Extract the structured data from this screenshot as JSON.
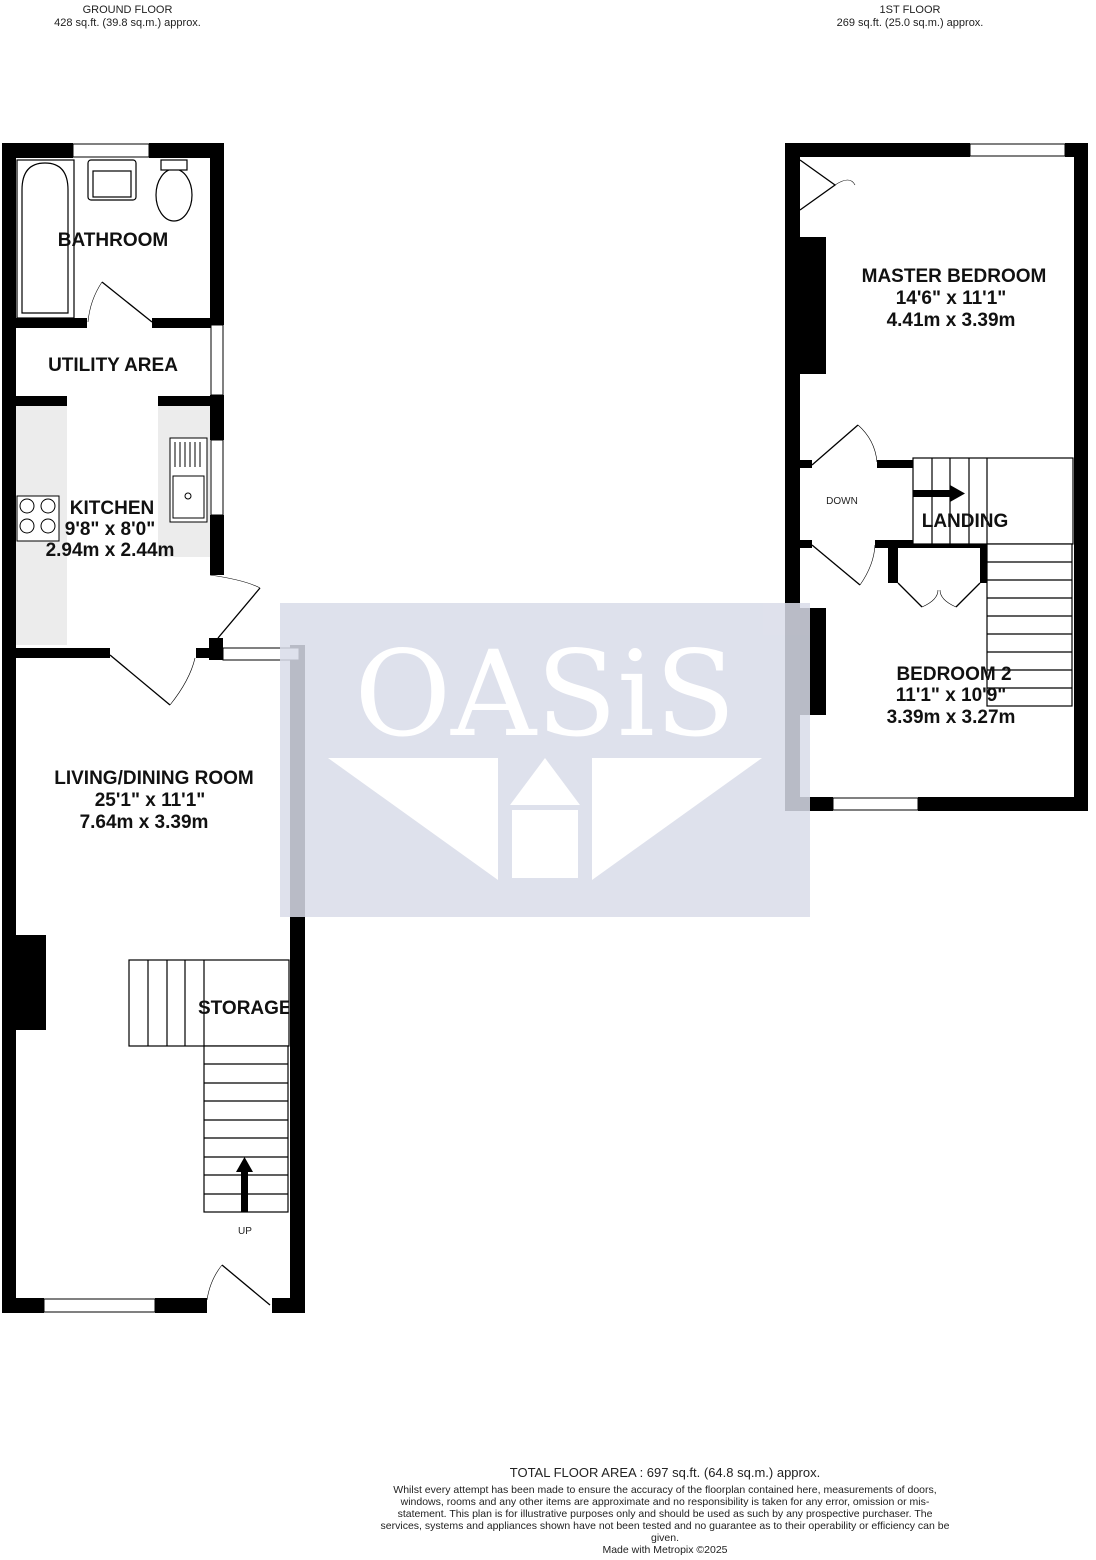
{
  "ground_floor": {
    "title": "GROUND FLOOR",
    "area": "428 sq.ft. (39.8 sq.m.) approx.",
    "rooms": {
      "bathroom": {
        "name": "BATHROOM"
      },
      "utility": {
        "name": "UTILITY AREA"
      },
      "kitchen": {
        "name": "KITCHEN",
        "imperial": "9'8\"  x 8'0\"",
        "metric": "2.94m  x 2.44m"
      },
      "living": {
        "name": "LIVING/DINING ROOM",
        "imperial": "25'1\"  x 11'1\"",
        "metric": "7.64m  x 3.39m"
      },
      "storage": {
        "name": "STORAGE"
      }
    },
    "stairs_label": "UP"
  },
  "first_floor": {
    "title": "1ST FLOOR",
    "area": "269 sq.ft. (25.0 sq.m.) approx.",
    "rooms": {
      "master": {
        "name": "MASTER BEDROOM",
        "imperial": "14'6\"  x 11'1\"",
        "metric": "4.41m  x 3.39m"
      },
      "landing": {
        "name": "LANDING"
      },
      "bedroom2": {
        "name": "BEDROOM 2",
        "imperial": "11'1\"  x 10'9\"",
        "metric": "3.39m  x 3.27m"
      }
    },
    "stairs_label": "DOWN"
  },
  "watermark": {
    "text": "OASiS",
    "color": "#d9dce9"
  },
  "footer": {
    "total": "TOTAL FLOOR AREA : 697 sq.ft. (64.8 sq.m.) approx.",
    "disclaimer": "Whilst every attempt has been made to ensure the accuracy of the floorplan contained here, measurements of doors, windows, rooms and any other items are approximate and no responsibility is taken for any error, omission or mis-statement. This plan is for illustrative purposes only and should be used as such by any prospective purchaser. The services, systems and appliances shown have not been tested and no guarantee as to their operability or efficiency can be given.",
    "credit": "Made with Metropix ©2025"
  }
}
